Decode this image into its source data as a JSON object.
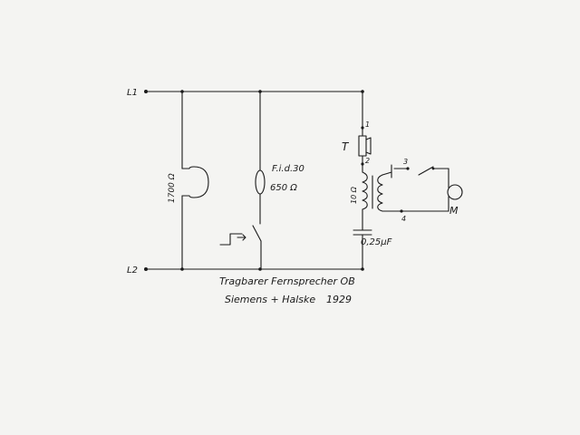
{
  "diagram": {
    "terminals": {
      "line1": "L1",
      "line2": "L2"
    },
    "ringer": {
      "resistance": "1700 Ω"
    },
    "hook_switch": {
      "label": "F.i.d.30",
      "resistance": "650 Ω"
    },
    "telephone": {
      "receiver": "T",
      "mic": "M",
      "node1": "1",
      "node2": "2",
      "node3": "3",
      "node4": "4"
    },
    "coil": {
      "resistance": "10 Ω"
    },
    "capacitor": {
      "value": "0,25μF"
    },
    "caption": {
      "line1": "Tragbarer Fernsprecher OB",
      "line2": "Siemens + Halske",
      "year": "1929"
    }
  }
}
